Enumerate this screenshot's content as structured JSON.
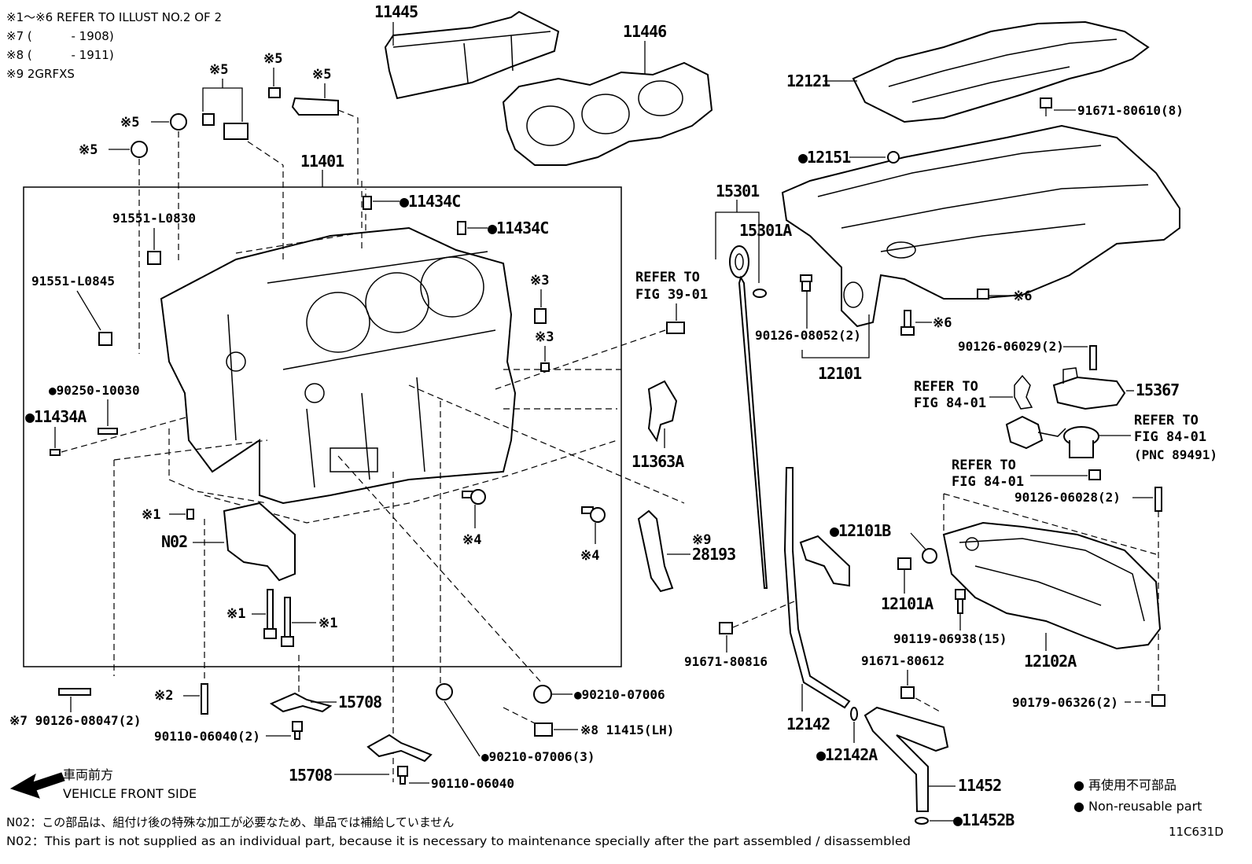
{
  "notes": {
    "n1": "※1～※6 REFER TO ILLUST NO.2 OF 2",
    "n7": "※7 (　　 　- 1908)",
    "n8": "※8 (　　　 - 1911)",
    "n9": "※9 2GRFXS"
  },
  "labels": {
    "p11445": "11445",
    "p11446": "11446",
    "p12121": "12121",
    "p91671_80610": "91671-80610(8)",
    "p12151": "●12151",
    "p15301": "15301",
    "p15301A": "15301A",
    "p11401": "11401",
    "p11434C_1": "●11434C",
    "p11434C_2": "●11434C",
    "p91551_L0830": "91551-L0830",
    "p91551_L0845": "91551-L0845",
    "p90250_10030": "●90250-10030",
    "p11434A": "●11434A",
    "x5_a": "※5",
    "x5_b": "※5",
    "x5_c": "※5",
    "x5_d": "※5",
    "x5_e": "※5",
    "x3_a": "※3",
    "x3_b": "※3",
    "x1_a": "※1",
    "x1_b": "※1",
    "x1_c": "※1",
    "x2": "※2",
    "x4_a": "※4",
    "x4_b": "※4",
    "x6_a": "※6",
    "x6_b": "※6",
    "pN02": "N02",
    "refer_39_a": "REFER TO",
    "refer_39_b": "FIG 39-01",
    "p11363A": "11363A",
    "x9": "※9",
    "p28193": "28193",
    "p90126_08052": "90126-08052(2)",
    "p12101": "12101",
    "p90126_06029": "90126-06029(2)",
    "p15367": "15367",
    "refer_84a_1": "REFER TO",
    "refer_84a_2": "FIG 84-01",
    "refer_84b_1": "REFER TO",
    "refer_84b_2": "FIG 84-01",
    "refer_84b_3": "(PNC 89491)",
    "refer_84c_1": "REFER TO",
    "refer_84c_2": "FIG 84-01",
    "p90126_06028": "90126-06028(2)",
    "p12101B": "●12101B",
    "p12101A": "12101A",
    "p90119_06938": "90119-06938(15)",
    "p12102A": "12102A",
    "p91671_80816": "91671-80816",
    "p91671_80612": "91671-80612",
    "p90179_06326": "90179-06326(2)",
    "p12142": "12142",
    "p12142A": "●12142A",
    "p11452": "11452",
    "p11452B": "●11452B",
    "p15708_a": "15708",
    "p15708_b": "15708",
    "p90110_06040_2": "90110-06040(2)",
    "p90110_06040": "90110-06040",
    "p90210_07006_3": "●90210-07006(3)",
    "p90210_07006": "●90210-07006",
    "x8_11415": "※8 11415(LH)",
    "x7_90126_08047": "※7 90126-08047(2)"
  },
  "legend": {
    "front_jp": "車両前方",
    "front_en": "VEHICLE FRONT SIDE",
    "nonreuse_jp": "● 再使用不可部品",
    "nonreuse_en": "● Non-reusable part"
  },
  "footer": {
    "n02_jp": "N02：この部品は、組付け後の特殊な加工が必要なため、単品では補給していません",
    "n02_en": "N02：This part is not supplied as an individual part, because it is necessary to maintenance specially after the part assembled / disassembled",
    "code": "11C631D"
  }
}
